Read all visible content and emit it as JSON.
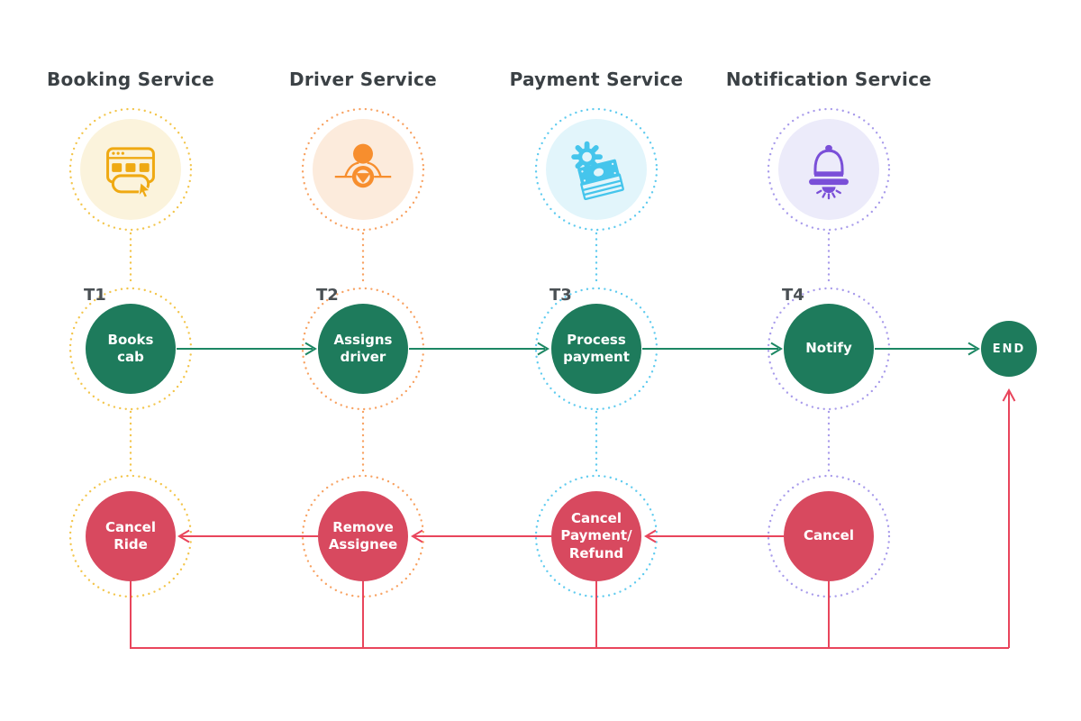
{
  "diagram": {
    "type": "saga-flow",
    "services": [
      {
        "name": "Booking Service",
        "icon": "browser-click-icon",
        "theme": "yellow",
        "t_label": "T1",
        "transaction": "Books\ncab",
        "compensation": "Cancel\nRide"
      },
      {
        "name": "Driver Service",
        "icon": "driver-steering-wheel-icon",
        "theme": "orange",
        "t_label": "T2",
        "transaction": "Assigns\ndriver",
        "compensation": "Remove\nAssignee"
      },
      {
        "name": "Payment Service",
        "icon": "gear-money-icon",
        "theme": "blue",
        "t_label": "T3",
        "transaction": "Process\npayment",
        "compensation": "Cancel\nPayment/\nRefund"
      },
      {
        "name": "Notification Service",
        "icon": "bell-icon",
        "theme": "purple",
        "t_label": "T4",
        "transaction": "Notify",
        "compensation": "Cancel"
      }
    ],
    "end_node": {
      "label": "END"
    },
    "colors": {
      "transaction_green": "#1E7B5C",
      "flow_arrow_green": "#1C8763",
      "compensation_red": "#D8495F",
      "compensation_line_red": "#E9455C",
      "yellow_icon": "#EFA912",
      "yellow_ring": "#F3C54B",
      "yellow_bg": "#FBF3DC",
      "orange_icon": "#F78E2E",
      "orange_ring": "#F8A262",
      "orange_bg": "#FCEBDC",
      "blue_icon": "#45C5EC",
      "blue_ring": "#5FCBEF",
      "blue_bg": "#E2F5FB",
      "purple_icon": "#7A4FD8",
      "purple_ring": "#A89BEB",
      "purple_bg": "#ECEBFA",
      "header_text": "#3B4145"
    }
  }
}
